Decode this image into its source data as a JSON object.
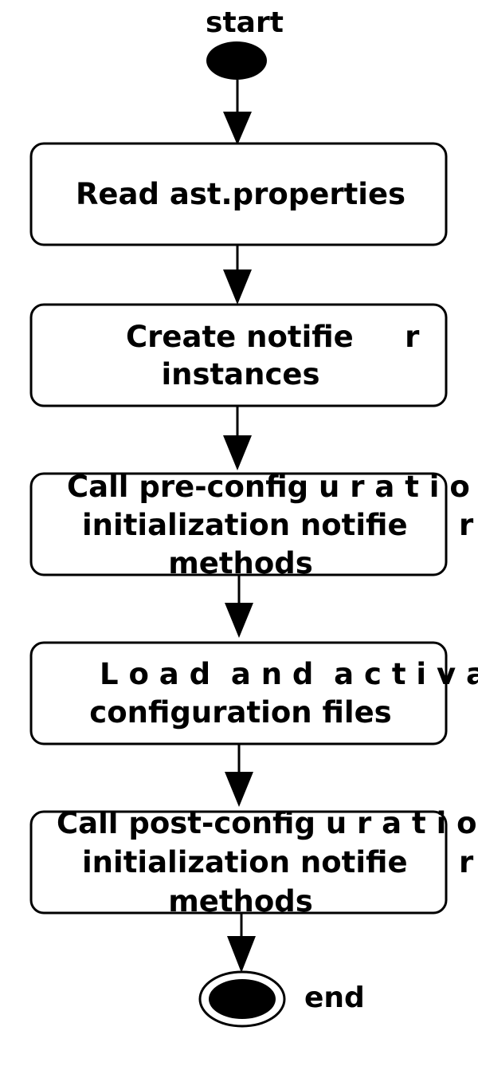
{
  "diagram": {
    "start_label": "start",
    "end_label": "end",
    "steps": [
      {
        "lines": [
          "Read ast.properties"
        ]
      },
      {
        "lines": [
          "Create notifie     r",
          "instances"
        ]
      },
      {
        "lines": [
          "Call pre-config u r a t i o n",
          "initialization notifie     r",
          "methods"
        ]
      },
      {
        "lines": [
          "L o a d  a n d  a c t i v a t e",
          "configuration files"
        ]
      },
      {
        "lines": [
          "Call post-config u r a t i o n",
          "initialization notifie     r",
          "methods"
        ]
      }
    ]
  }
}
